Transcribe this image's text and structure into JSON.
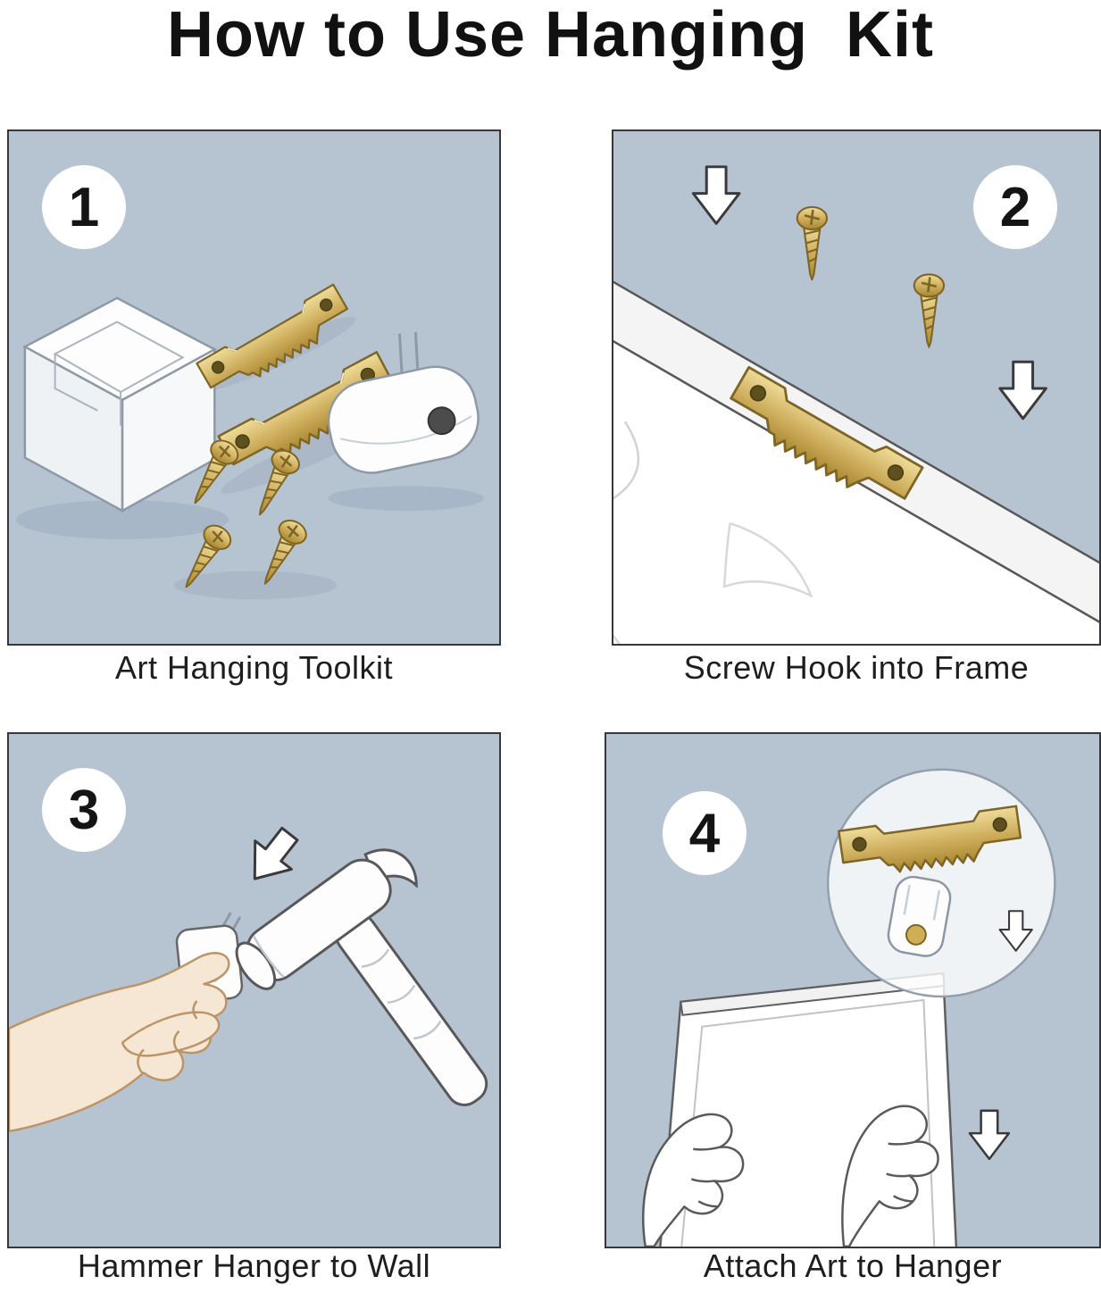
{
  "title": "How to Use Hanging  Kit",
  "steps": [
    {
      "number": "1",
      "caption": "Art Hanging Toolkit"
    },
    {
      "number": "2",
      "caption": "Screw Hook into Frame"
    },
    {
      "number": "3",
      "caption": "Hammer Hanger to Wall"
    },
    {
      "number": "4",
      "caption": "Attach Art to Hanger"
    }
  ],
  "colors": {
    "panel_background": "#b6c3d1",
    "brass": "#d3b464",
    "brass_dark": "#7e6526",
    "outline": "#585858",
    "skin": "#f5e7d3",
    "arrow_fill": "#ffffff",
    "text": "#1e1e1e"
  }
}
